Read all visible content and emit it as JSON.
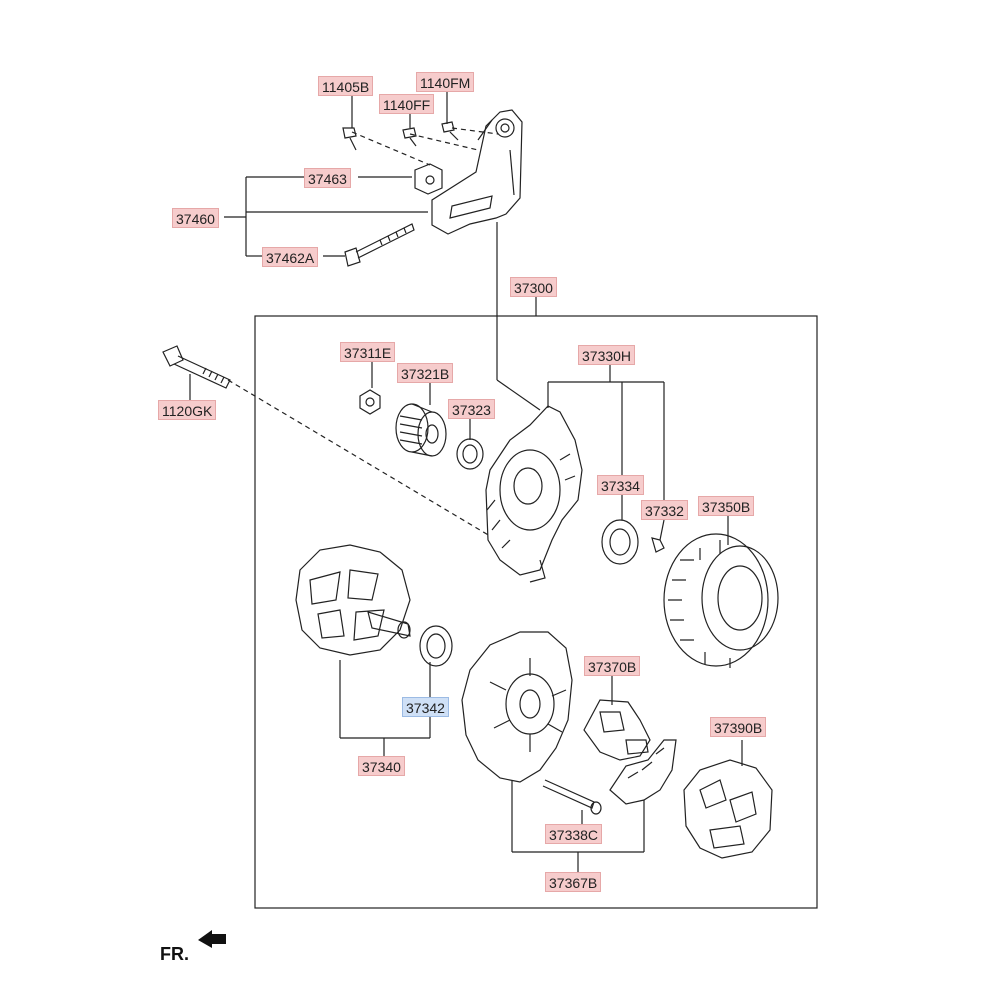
{
  "labels": {
    "p11405B": "11405B",
    "p1140FM": "1140FM",
    "p1140FF": "1140FF",
    "p37463": "37463",
    "p37460": "37460",
    "p37462A": "37462A",
    "p37300": "37300",
    "p37311E": "37311E",
    "p37321B": "37321B",
    "p37330H": "37330H",
    "p37323": "37323",
    "p1120GK": "1120GK",
    "p37334": "37334",
    "p37332": "37332",
    "p37350B": "37350B",
    "p37370B": "37370B",
    "p37342": "37342",
    "p37390B": "37390B",
    "p37340": "37340",
    "p37338C": "37338C",
    "p37367B": "37367B"
  },
  "footer": {
    "direction_label": "FR."
  },
  "colors": {
    "callout_fill": "#f6cccc",
    "callout_highlight": "#cfe0f6",
    "line": "#222222"
  }
}
